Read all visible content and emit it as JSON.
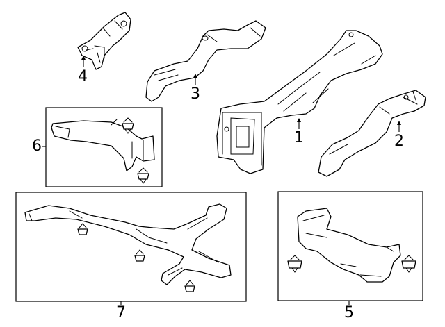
{
  "callouts": {
    "part_1": "1",
    "part_2": "2",
    "part_3": "3",
    "part_4": "4",
    "part_5": "5",
    "part_6": "6",
    "part_7": "7"
  }
}
